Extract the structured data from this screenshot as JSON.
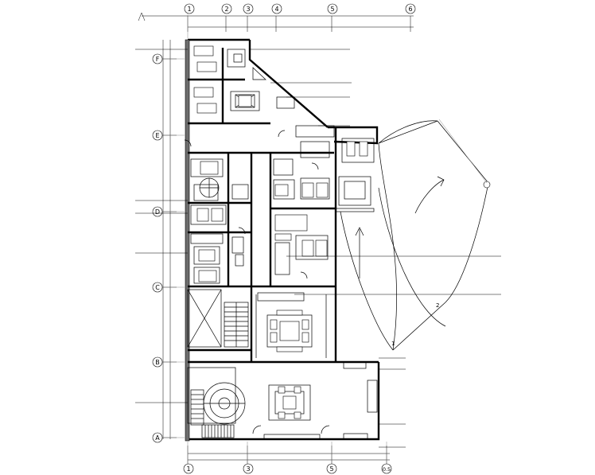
{
  "grid_columns": [
    {
      "id": "col-1",
      "label": "1"
    },
    {
      "id": "col-2",
      "label": "2"
    },
    {
      "id": "col-3",
      "label": "3"
    },
    {
      "id": "col-4",
      "label": "4"
    },
    {
      "id": "col-5",
      "label": "5"
    },
    {
      "id": "col-6",
      "label": "6"
    }
  ],
  "grid_columns_bottom": [
    {
      "id": "bcol-1",
      "label": "1"
    },
    {
      "id": "bcol-3",
      "label": "3"
    },
    {
      "id": "bcol-5",
      "label": "5"
    },
    {
      "id": "bcol-05",
      "label": "0.5"
    }
  ],
  "grid_rows": [
    {
      "id": "row-F",
      "label": "F"
    },
    {
      "id": "row-E",
      "label": "E"
    },
    {
      "id": "row-D",
      "label": "D"
    },
    {
      "id": "row-C",
      "label": "C"
    },
    {
      "id": "row-B",
      "label": "B"
    },
    {
      "id": "row-A",
      "label": "A"
    }
  ],
  "ramp_label": "2",
  "ramp_label_lower": "1",
  "colors": {
    "line": "#000000",
    "wall_fill": "#6e6e6e",
    "thin": "#8a8a8a",
    "background": "#ffffff"
  }
}
